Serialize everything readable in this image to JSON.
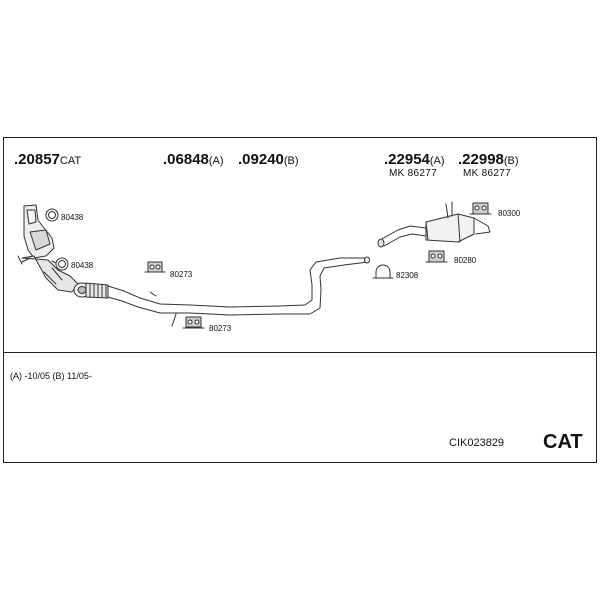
{
  "parts": {
    "cat": {
      "number": ".20857",
      "suffix": "CAT"
    },
    "p06848": {
      "number": ".06848",
      "suffix": "(A)"
    },
    "p09240": {
      "number": ".09240",
      "suffix": "(B)"
    },
    "p22954": {
      "number": ".22954",
      "suffix": "(A)",
      "sub": "MK 86277"
    },
    "p22998": {
      "number": ".22998",
      "suffix": "(B)",
      "sub": "MK 86277"
    }
  },
  "fittings": {
    "clamp_top": "80438",
    "clamp_bottom": "80438",
    "hanger_mid": "80273",
    "hanger_low": "80273",
    "ubolt": "82308",
    "hanger_rear_top": "80300",
    "hanger_rear_low": "80280"
  },
  "footnote": "(A) -10/05 (B) 11/05-",
  "kit_code": "CIK023829",
  "badge": "CAT"
}
